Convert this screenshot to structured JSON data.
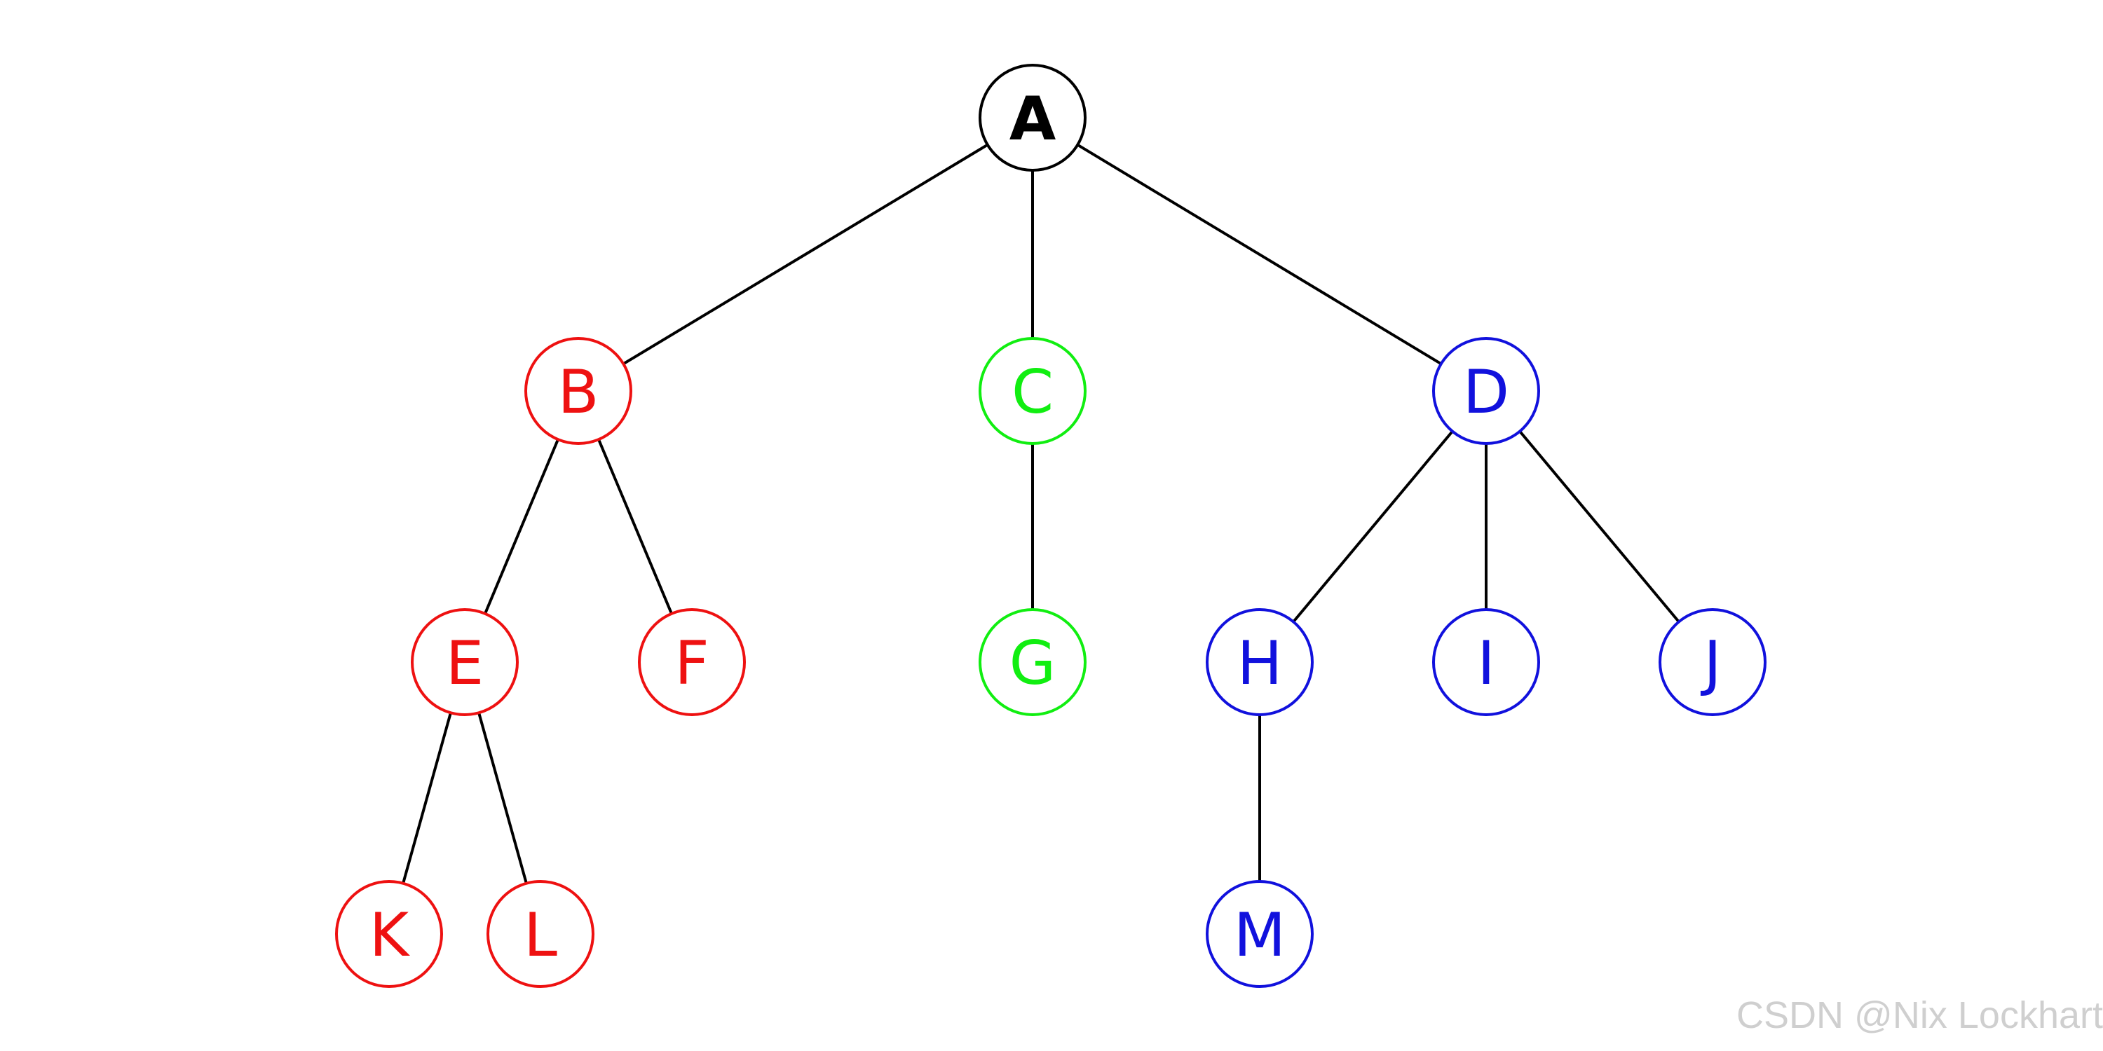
{
  "diagram": {
    "type": "tree",
    "root": "A",
    "nodes": [
      {
        "id": "A",
        "label": "A",
        "color": "#000000",
        "group": "root"
      },
      {
        "id": "B",
        "label": "B",
        "color": "#ee1111",
        "group": "red"
      },
      {
        "id": "C",
        "label": "C",
        "color": "#11ee11",
        "group": "green"
      },
      {
        "id": "D",
        "label": "D",
        "color": "#1111dd",
        "group": "blue"
      },
      {
        "id": "E",
        "label": "E",
        "color": "#ee1111",
        "group": "red"
      },
      {
        "id": "F",
        "label": "F",
        "color": "#ee1111",
        "group": "red"
      },
      {
        "id": "G",
        "label": "G",
        "color": "#11ee11",
        "group": "green"
      },
      {
        "id": "H",
        "label": "H",
        "color": "#1111dd",
        "group": "blue"
      },
      {
        "id": "I",
        "label": "I",
        "color": "#1111dd",
        "group": "blue"
      },
      {
        "id": "J",
        "label": "J",
        "color": "#1111dd",
        "group": "blue"
      },
      {
        "id": "K",
        "label": "K",
        "color": "#ee1111",
        "group": "red"
      },
      {
        "id": "L",
        "label": "L",
        "color": "#ee1111",
        "group": "red"
      },
      {
        "id": "M",
        "label": "M",
        "color": "#1111dd",
        "group": "blue"
      }
    ],
    "edges": [
      {
        "from": "A",
        "to": "B"
      },
      {
        "from": "A",
        "to": "C"
      },
      {
        "from": "A",
        "to": "D"
      },
      {
        "from": "B",
        "to": "E"
      },
      {
        "from": "B",
        "to": "F"
      },
      {
        "from": "C",
        "to": "G"
      },
      {
        "from": "D",
        "to": "H"
      },
      {
        "from": "D",
        "to": "I"
      },
      {
        "from": "D",
        "to": "J"
      },
      {
        "from": "E",
        "to": "K"
      },
      {
        "from": "E",
        "to": "L"
      },
      {
        "from": "H",
        "to": "M"
      }
    ],
    "edge_color": "#000000"
  },
  "watermark": {
    "text": "CSDN @Nix Lockhart"
  }
}
